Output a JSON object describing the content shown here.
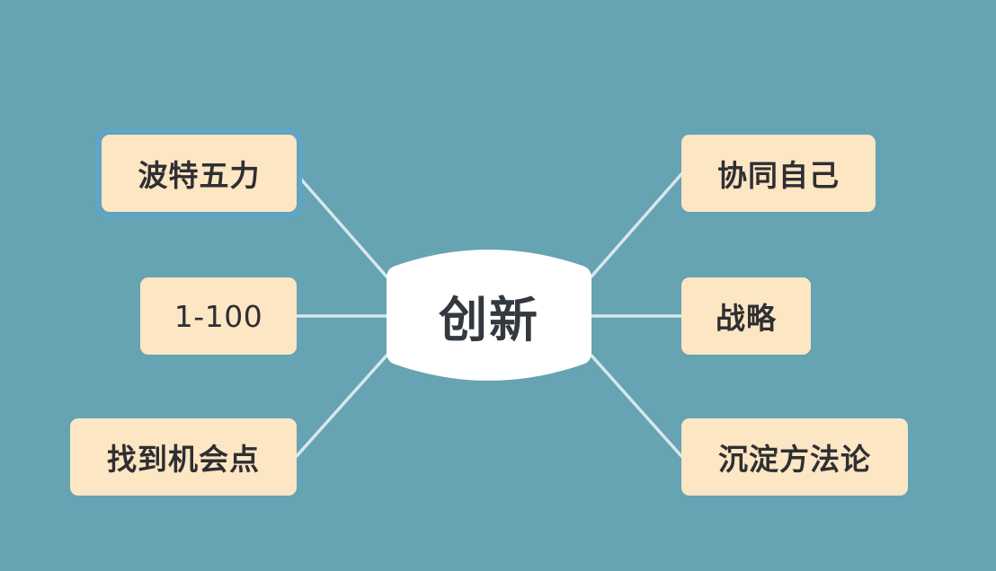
{
  "central_topic": {
    "label": "创新"
  },
  "left_branches": [
    {
      "label": "波特五力"
    },
    {
      "label": "1-100"
    },
    {
      "label": "找到机会点"
    }
  ],
  "right_branches": [
    {
      "label": "协同自己"
    },
    {
      "label": "战略"
    },
    {
      "label": "沉淀方法论"
    }
  ],
  "colors": {
    "background": "#66a3b3",
    "branch_fill": "#fde6c3",
    "central_fill": "#ffffff",
    "connector": "#d9e6ee",
    "selection": "#5aa6d6",
    "text": "#2f2f33"
  }
}
